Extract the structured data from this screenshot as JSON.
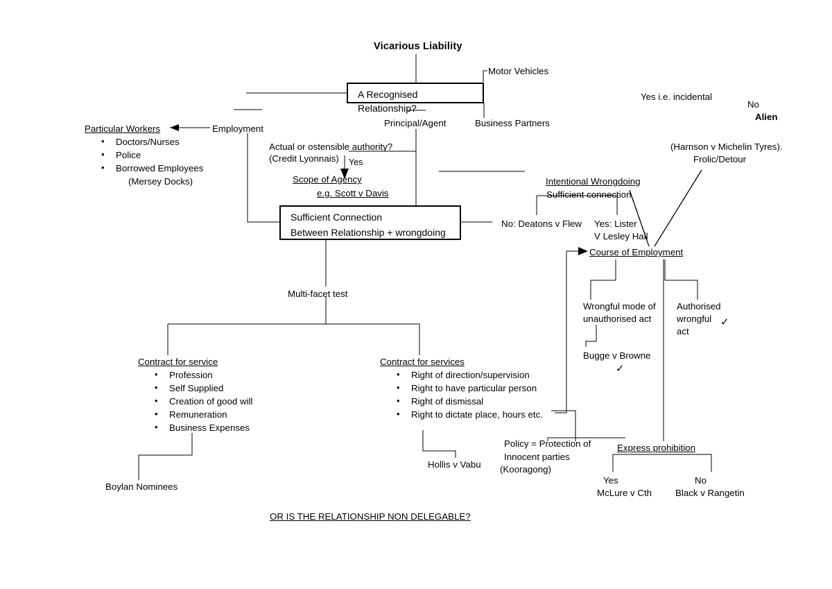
{
  "chart_title": "Vicarious Liability",
  "boxes": {
    "recognised_relationship": "A Recognised Relationship?",
    "sufficient_connection_l1": "Sufficient Connection",
    "sufficient_connection_l2": "Between Relationship + wrongdoing"
  },
  "nodes": {
    "motor_vehicles": "Motor Vehicles",
    "business_partners": "Business Partners",
    "principal_agent": "Principal/Agent",
    "employment": "Employment",
    "particular_workers": "Particular Workers",
    "actual_authority": "Actual or ostensible authority?",
    "credit_lyonnais": "(Credit Lyonnais)",
    "yes_label": "Yes",
    "scope_of_agency": "Scope of Agency",
    "scott_v_davis": "e.g. Scott v Davis",
    "multi_facet_test": "Multi-facet test",
    "contract_for_service": "Contract for service",
    "contract_for_services": "Contract for services",
    "boylan_nominees": "Boylan Nominees",
    "hollis_v_vabu": "Hollis v Vabu",
    "intentional_wrongdoing": "Intentional Wrongdoing",
    "sufficient_connection_small": "Sufficient connection",
    "no_deatons": "No: Deatons v Flew",
    "yes_lister_l1": "Yes: Lister",
    "yes_lister_l2": "V Lesley Hall",
    "course_of_employment": "Course of Employment",
    "wrongful_mode_l1": "Wrongful mode of",
    "wrongful_mode_l2": "unauthorised act",
    "bugge_v_browne": "Bugge v Browne",
    "authorised_wrongful_l1": "Authorised",
    "authorised_wrongful_l2": "wrongful",
    "authorised_wrongful_l3": "act",
    "yes_incidental": "Yes i.e. incidental",
    "no_label": "No",
    "alien": "Alien",
    "harnson_michelin": "(Harnson v Michelin Tyres).",
    "frolic_detour": "Frolic/Detour",
    "policy_l1": "Policy = Protection of",
    "policy_l2": "Innocent parties",
    "policy_l3": "(Kooragong)",
    "express_prohibition": "Express prohibition",
    "ep_yes": "Yes",
    "ep_mclure": "McLure v Cth",
    "ep_no": "No",
    "ep_black": "Black v Rangetin",
    "footer": "OR IS THE RELATIONSHIP NON DELEGABLE?"
  },
  "lists": {
    "particular_workers": [
      "Doctors/Nurses",
      "Police",
      "Borrowed Employees",
      "(Mersey Docks)"
    ],
    "contract_for_service": [
      "Profession",
      "Self Supplied",
      "Creation of good will",
      "Remuneration",
      "Business Expenses"
    ],
    "contract_for_services": [
      "Right of direction/supervision",
      "Right to have particular person",
      "Right of dismissal",
      "Right to dictate place, hours etc."
    ]
  },
  "marks": {
    "tick": "✓"
  },
  "colors": {
    "ink": "#000000",
    "paper": "#ffffff",
    "underline_accent": "#cc0000"
  }
}
